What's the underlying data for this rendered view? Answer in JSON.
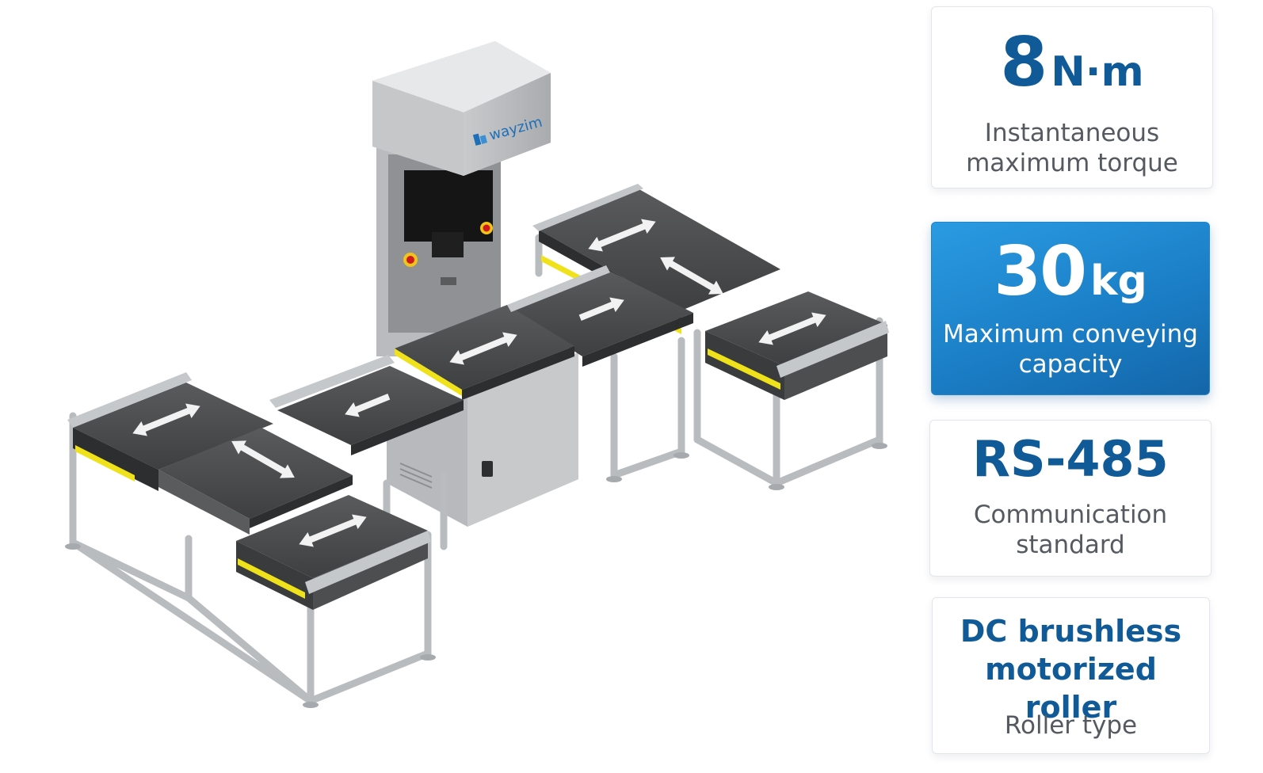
{
  "machine": {
    "brand_logo_text": "wayzim"
  },
  "specs": [
    {
      "value": "8",
      "unit": "N·m",
      "description": "Instantaneous maximum torque",
      "highlighted": false
    },
    {
      "value": "30",
      "unit": "kg",
      "description": "Maximum conveying capacity",
      "highlighted": true
    },
    {
      "value": "RS-485",
      "unit": "",
      "description": "Communication standard",
      "highlighted": false
    },
    {
      "value": "DC brushless motorized roller",
      "unit": "",
      "description": "Roller type",
      "highlighted": false
    }
  ],
  "colors": {
    "accent_blue": "#0f5a97",
    "highlight_blue": "#1b7fc7",
    "belt": "#4a4a4c",
    "frame": "#b4b7ba",
    "yellow_strip": "#f0e21a"
  }
}
